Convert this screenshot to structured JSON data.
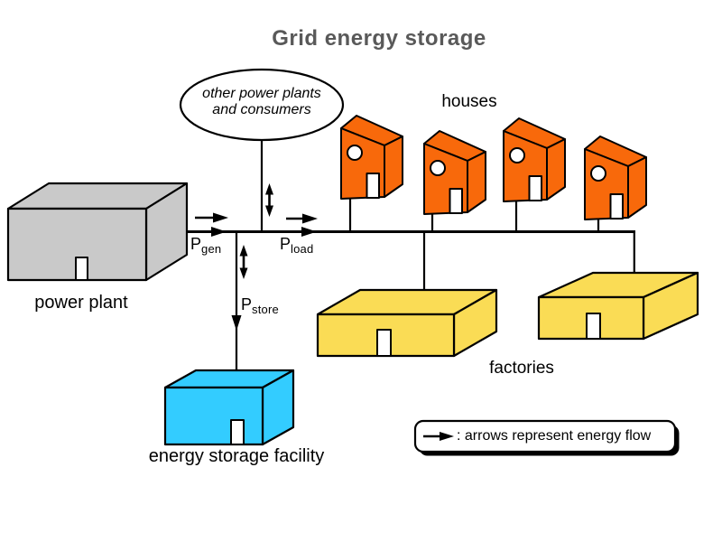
{
  "title": "Grid energy storage",
  "ellipse": {
    "line1": "other power plants",
    "line2": "and consumers"
  },
  "labels": {
    "houses": "houses",
    "power_plant": "power plant",
    "factories": "factories",
    "storage": "energy storage facility"
  },
  "flows": {
    "gen": {
      "symbol": "P",
      "subscript": "gen"
    },
    "load": {
      "symbol": "P",
      "subscript": "load"
    },
    "store": {
      "symbol": "P",
      "subscript": "store"
    }
  },
  "legend": {
    "text": ": arrows represent energy flow"
  },
  "colors": {
    "house_orange": "#F8690B",
    "factory_yellow": "#FADC55",
    "storage_cyan": "#33CCFF",
    "plant_gray": "#C9C9C9",
    "door_white": "#FFFFFF",
    "title_gray": "#595959",
    "line_black": "#000000"
  }
}
